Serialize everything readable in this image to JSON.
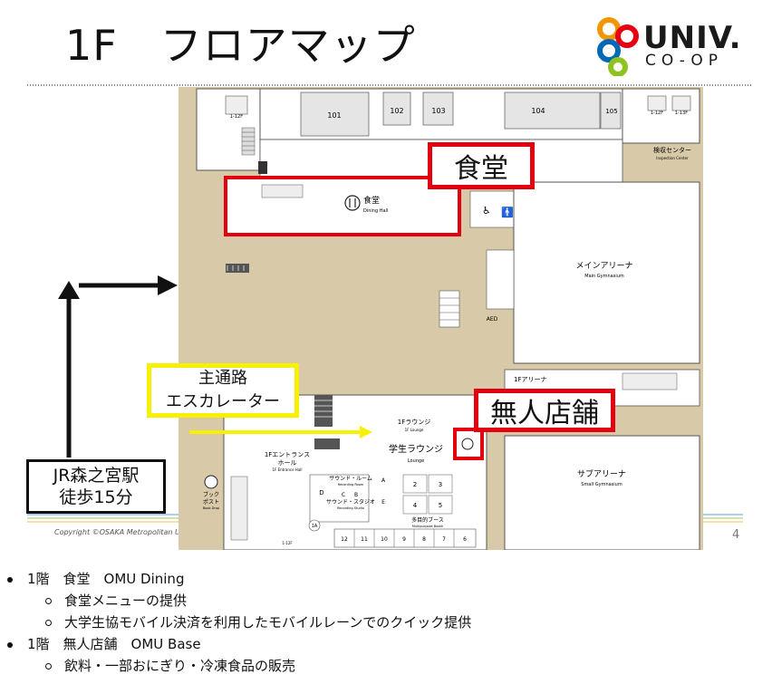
{
  "slide": {
    "title": "1F　フロアマップ",
    "copyright": "Copyright ©OSAKA Metropolitan Ur",
    "page_number": "4"
  },
  "logo": {
    "text_main": "UNIV.",
    "text_sub": "CO-OP",
    "colors": [
      "#f29600",
      "#e60012",
      "#0068b7",
      "#8fc31f"
    ]
  },
  "callouts": {
    "dining": "食堂",
    "store": "無人店舗",
    "main_path_line1": "主通路",
    "main_path_line2": "エスカレーター",
    "jr_line1": "JR森之宮駅",
    "jr_line2": "徒歩15分"
  },
  "map": {
    "rooms": {
      "r101": "101",
      "r102": "102",
      "r103": "103",
      "r104": "104",
      "r105": "105",
      "inspection_jp": "検収センター",
      "inspection_en": "Inspection Center",
      "dining_jp": "食堂",
      "dining_en": "Dining Hall",
      "main_gym_jp": "メインアリーナ",
      "main_gym_en": "Main Gymnasium",
      "aed": "AED",
      "arena_lounge_jp": "1Fアリーナ",
      "lounge_1f_jp": "1Fラウンジ",
      "lounge_1f_en": "1F Lounge",
      "student_lounge_jp": "学生ラウンジ",
      "student_lounge_en": "Lounge",
      "entrance_jp": "1Fエントランス",
      "entrance_jp2": "ホール",
      "entrance_en": "1F Entrance Hall",
      "sound_room_jp": "サウンド・ルーム",
      "sound_room_en": "Recording Room",
      "sound_studio_jp": "サウンド・スタジオ",
      "sound_studio_en": "Recording Studio",
      "multi_booth_jp": "多目的ブース",
      "multi_booth_en": "Multipurpose Booth",
      "sub_gym_jp": "サブアリーナ",
      "sub_gym_en": "Small Gymnasium",
      "book_post_jp1": "ブック",
      "book_post_jp2": "ポスト",
      "book_post_en": "Book Drop",
      "room_a": "A",
      "room_b": "B",
      "room_c": "C",
      "room_d": "D",
      "room_e": "E",
      "booth_2": "2",
      "booth_3": "3",
      "booth_4": "4",
      "booth_5": "5",
      "room_1a": "1A",
      "booths_bottom": [
        "12",
        "11",
        "10",
        "9",
        "8",
        "7",
        "6"
      ],
      "floors": "1-12F",
      "floors_b": "1-13F",
      "floors_c": "1-12F"
    }
  },
  "bullets": [
    {
      "level": 1,
      "text": "1階　食堂　OMU Dining"
    },
    {
      "level": 2,
      "text": "食堂メニューの提供"
    },
    {
      "level": 2,
      "text": "大学生協モバイル決済を利用したモバイルレーンでのクイック提供"
    },
    {
      "level": 1,
      "text": "1階　無人店舗　OMU Base"
    },
    {
      "level": 2,
      "text": "飲料・一部おにぎり・冷凍食品の販売"
    }
  ]
}
